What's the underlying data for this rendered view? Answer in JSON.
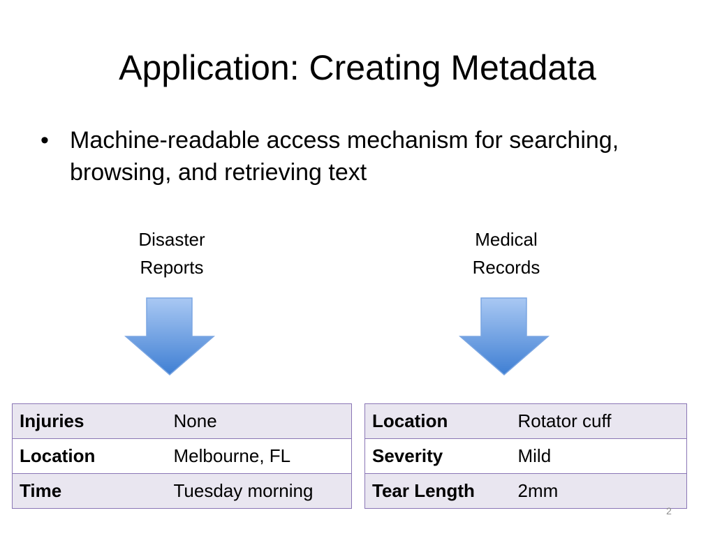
{
  "slide": {
    "title": "Application: Creating Metadata",
    "bullet_marker": "•",
    "bullet": "Machine-readable access mechanism for searching, browsing, and retrieving text",
    "slide_number": "2"
  },
  "sources": [
    {
      "line1": "Disaster",
      "line2": "Reports"
    },
    {
      "line1": "Medical",
      "line2": "Records"
    }
  ],
  "tables": [
    {
      "rows": [
        {
          "key": "Injuries",
          "value": "None"
        },
        {
          "key": "Location",
          "value": "Melbourne, FL"
        },
        {
          "key": "Time",
          "value": "Tuesday morning"
        }
      ]
    },
    {
      "rows": [
        {
          "key": "Location",
          "value": "Rotator cuff"
        },
        {
          "key": "Severity",
          "value": "Mild"
        },
        {
          "key": "Tear Length",
          "value": "2mm"
        }
      ]
    }
  ],
  "colors": {
    "table_border": "#8a76b5",
    "row_shade": "#e9e6f0",
    "arrow_light": "#a9c8f3",
    "arrow_dark": "#3f7fd3"
  },
  "icons": {
    "arrow": "down-arrow-icon"
  }
}
